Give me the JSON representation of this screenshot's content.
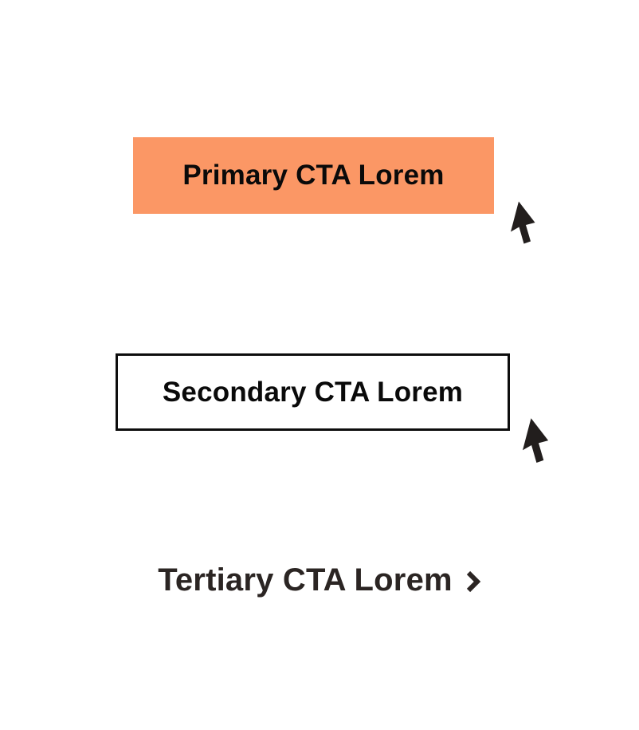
{
  "page": {
    "background": "#ffffff",
    "description": "CTA button hierarchy mockup"
  },
  "colors": {
    "primary_button_bg": "#fb9765",
    "button_text": "#0a0a0a",
    "secondary_button_border": "#0d0d0d",
    "secondary_button_bg": "#ffffff",
    "tertiary_text": "#2b2523",
    "cursor_fill": "#221e1d"
  },
  "buttons": {
    "primary": {
      "label": "Primary CTA Lorem"
    },
    "secondary": {
      "label": "Secondary CTA Lorem"
    },
    "tertiary": {
      "label": "Tertiary CTA Lorem"
    }
  },
  "icons": {
    "cursor": "arrow-pointer",
    "chevron": "chevron-right"
  }
}
